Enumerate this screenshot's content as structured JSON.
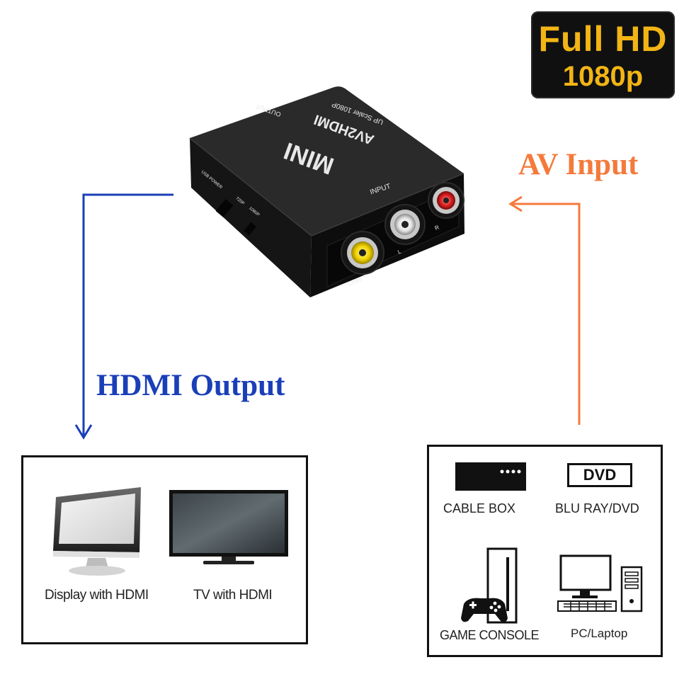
{
  "badge": {
    "line1": "Full HD",
    "line2": "1080p"
  },
  "labels": {
    "av_input": "AV Input",
    "hdmi_output": "HDMI Output"
  },
  "device": {
    "top_text": "MINI",
    "model": "AV2HDMI",
    "scaler": "UP Scaler 1080P",
    "output": "OUTPUT",
    "input": "INPUT",
    "usb_power": "USB POWER",
    "res_720": "720P",
    "res_1080": "1080P",
    "cvbs": "CVBS",
    "port_l": "L",
    "port_r": "R"
  },
  "output_devices": [
    {
      "label": "Display with HDMI",
      "icon": "monitor-icon"
    },
    {
      "label": "TV with HDMI",
      "icon": "tv-icon"
    }
  ],
  "input_devices": [
    {
      "label": "CABLE BOX",
      "icon": "cable-box-icon"
    },
    {
      "label": "BLU RAY/DVD",
      "icon": "dvd-icon",
      "icon_text": "DVD"
    },
    {
      "label": "GAME CONSOLE",
      "icon": "game-console-icon"
    },
    {
      "label": "PC/Laptop",
      "icon": "pc-icon"
    }
  ],
  "colors": {
    "hdmi_arrow": "#1a3fb8",
    "av_arrow": "#f47a3c",
    "badge_gold": "#f2b515",
    "rca_yellow": "#f2d400",
    "rca_white": "#f0f0f0",
    "rca_red": "#d82020"
  }
}
